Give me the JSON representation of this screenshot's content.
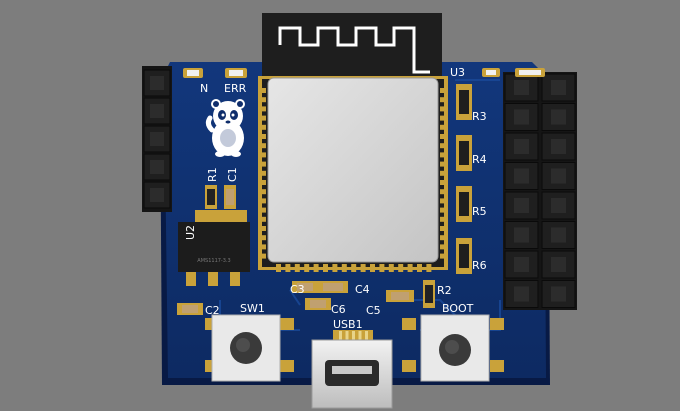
{
  "board": {
    "colors": {
      "background": "#7d7d7d",
      "pcb": "#0f2d6b",
      "pcb_edge": "#081a45",
      "silkscreen": "#ffffff",
      "gold": "#c9a23a",
      "module_shield": "#d8d8d8",
      "antenna": "#1e1e1e",
      "header": "#1a1a1a"
    },
    "labels": {
      "u3": "U3",
      "u2": "U2",
      "r1": "R1",
      "c1": "C1",
      "r2": "R2",
      "r3": "R3",
      "r4": "R4",
      "r5": "R5",
      "r6": "R6",
      "c2": "C2",
      "c3": "C3",
      "c4": "C4",
      "c5": "C5",
      "c6": "C6",
      "sw1": "SW1",
      "boot": "BOOT",
      "usb1": "USB1",
      "err": "ERR",
      "pwr": "N"
    },
    "regulator_marking": "AMS1117-3.3"
  }
}
